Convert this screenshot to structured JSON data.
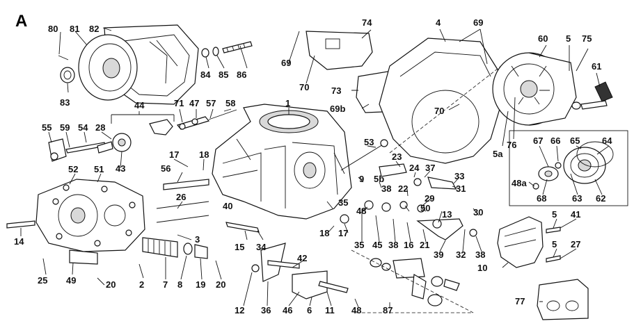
{
  "view_letter": "A",
  "labels": [
    "80",
    "81",
    "82",
    "83",
    "84",
    "85",
    "86",
    "44",
    "71",
    "47",
    "57",
    "58",
    "55",
    "59",
    "54",
    "28",
    "43",
    "17",
    "18",
    "56",
    "52",
    "51",
    "26",
    "14",
    "3",
    "25",
    "49",
    "20",
    "2",
    "7",
    "8",
    "19",
    "20",
    "40",
    "15",
    "34",
    "1",
    "53",
    "23",
    "24",
    "37",
    "33",
    "9",
    "5b",
    "38",
    "22",
    "31",
    "29",
    "30",
    "35",
    "48",
    "50",
    "13",
    "18",
    "17",
    "35",
    "45",
    "38",
    "16",
    "21",
    "39",
    "32",
    "38",
    "42",
    "12",
    "36",
    "46",
    "6",
    "11",
    "48",
    "87",
    "74",
    "4",
    "69",
    "69",
    "70",
    "73",
    "69b",
    "70",
    "60",
    "5",
    "75",
    "61",
    "5a",
    "76",
    "67",
    "66",
    "65",
    "64",
    "48a",
    "68",
    "63",
    "62",
    "5",
    "41",
    "5",
    "27",
    "10",
    "77"
  ]
}
